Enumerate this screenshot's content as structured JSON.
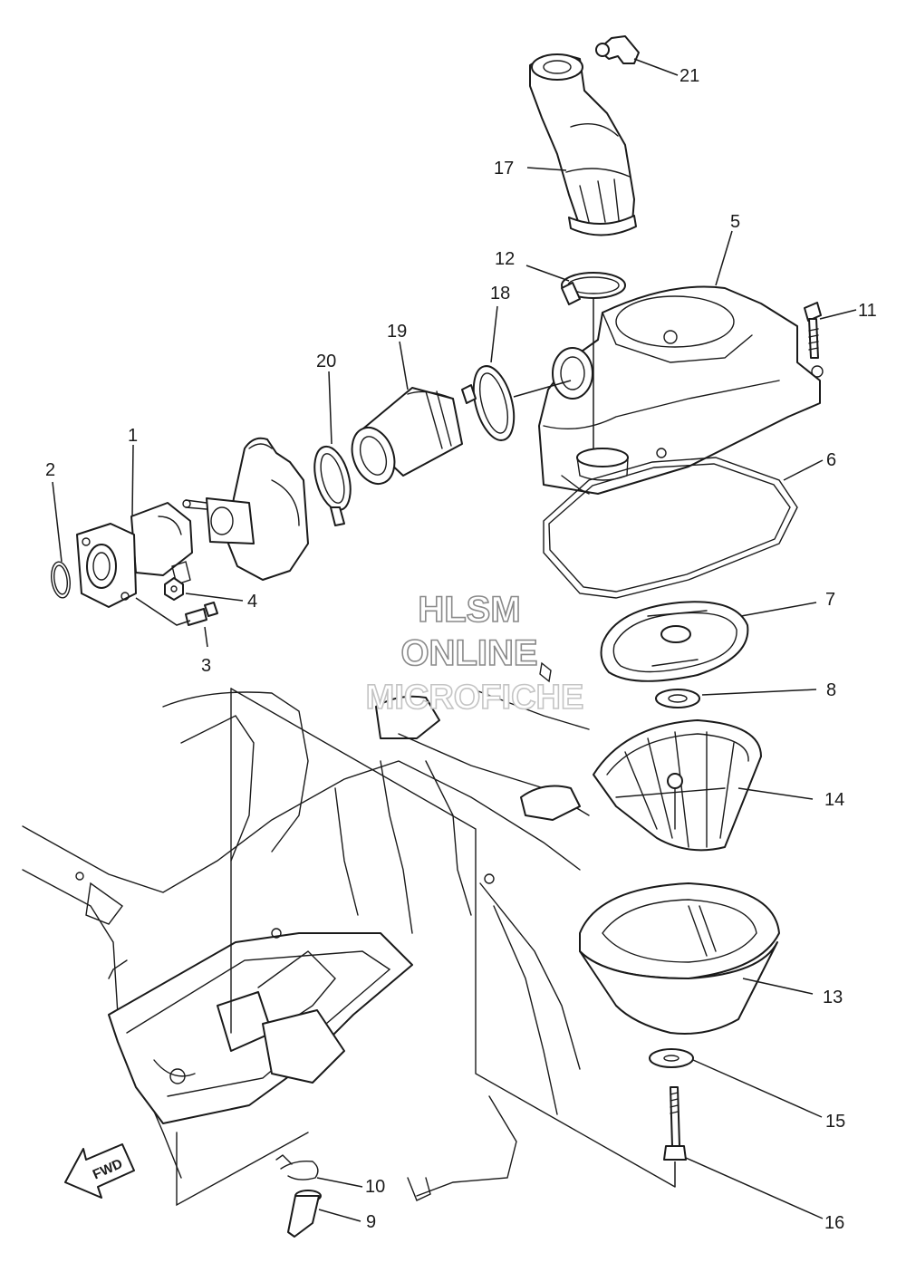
{
  "watermark": {
    "line1": "HLSM",
    "line2": "ONLINE",
    "line3": "MICROFICHE"
  },
  "direction_label": "FWD",
  "callouts": {
    "c1": "1",
    "c2": "2",
    "c3": "3",
    "c4": "4",
    "c5": "5",
    "c6": "6",
    "c7": "7",
    "c8": "8",
    "c9": "9",
    "c10": "10",
    "c11": "11",
    "c12": "12",
    "c13": "13",
    "c14": "14",
    "c15": "15",
    "c16": "16",
    "c17": "17",
    "c18": "18",
    "c19": "19",
    "c20": "20",
    "c21": "21"
  }
}
